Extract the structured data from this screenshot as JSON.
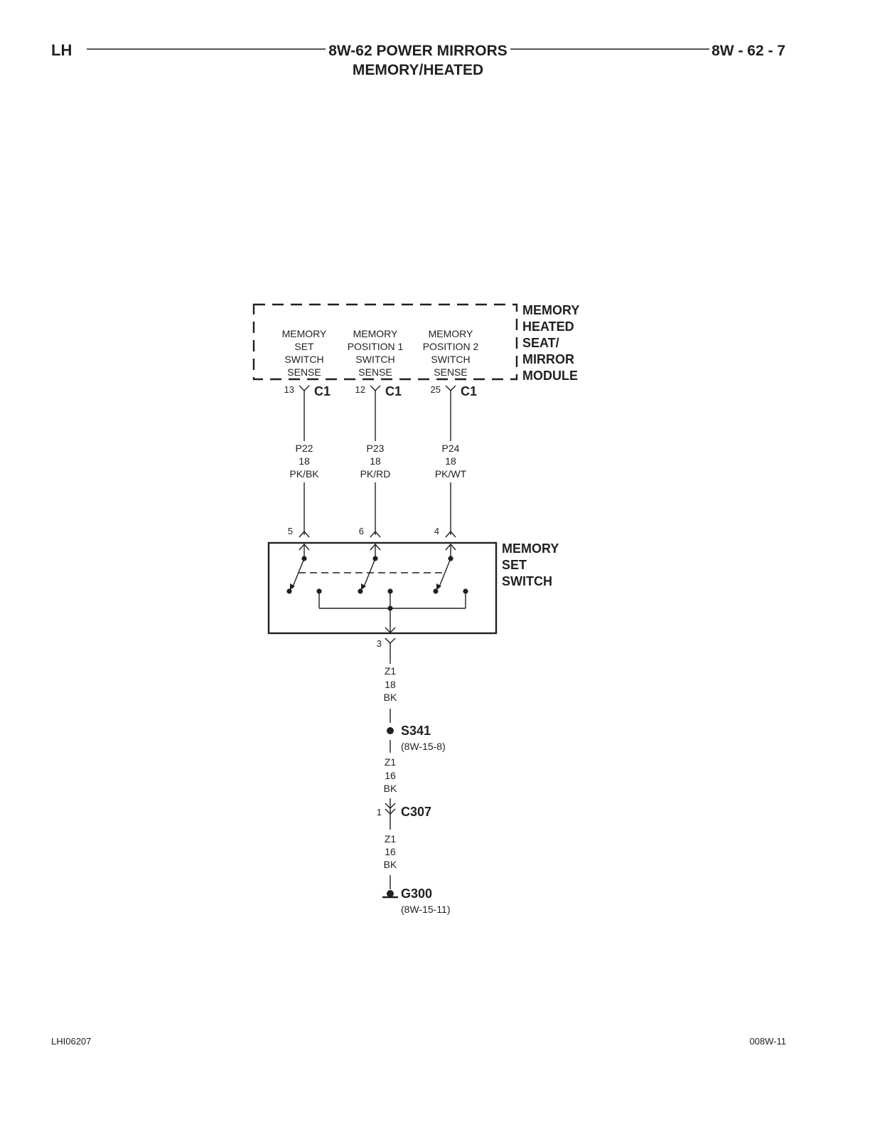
{
  "header": {
    "left": "LH",
    "title_line1": "8W-62 POWER MIRRORS",
    "title_line2": "MEMORY/HEATED",
    "page": "8W - 62 - 7"
  },
  "module": {
    "name_lines": [
      "MEMORY",
      "HEATED",
      "SEAT/",
      "MIRROR",
      "MODULE"
    ],
    "connector": "C1",
    "circuits": [
      {
        "sense_lines": [
          "MEMORY",
          "SET",
          "SWITCH",
          "SENSE"
        ],
        "module_pin": "13",
        "wire": {
          "circuit": "P22",
          "gauge": "18",
          "color": "PK/BK"
        },
        "switch_pin": "5"
      },
      {
        "sense_lines": [
          "MEMORY",
          "POSITION 1",
          "SWITCH",
          "SENSE"
        ],
        "module_pin": "12",
        "wire": {
          "circuit": "P23",
          "gauge": "18",
          "color": "PK/RD"
        },
        "switch_pin": "6"
      },
      {
        "sense_lines": [
          "MEMORY",
          "POSITION 2",
          "SWITCH",
          "SENSE"
        ],
        "module_pin": "25",
        "wire": {
          "circuit": "P24",
          "gauge": "18",
          "color": "PK/WT"
        },
        "switch_pin": "4"
      }
    ]
  },
  "switch": {
    "name_lines": [
      "MEMORY",
      "SET",
      "SWITCH"
    ],
    "ground_pin": "3"
  },
  "ground_path": {
    "wire1": {
      "circuit": "Z1",
      "gauge": "18",
      "color": "BK"
    },
    "splice": {
      "name": "S341",
      "ref": "(8W-15-8)"
    },
    "wire2": {
      "circuit": "Z1",
      "gauge": "16",
      "color": "BK"
    },
    "connector": {
      "pin": "1",
      "name": "C307"
    },
    "wire3": {
      "circuit": "Z1",
      "gauge": "16",
      "color": "BK"
    },
    "ground": {
      "name": "G300",
      "ref": "(8W-15-11)"
    }
  },
  "footer": {
    "left": "LHI06207",
    "right": "008W-11"
  }
}
